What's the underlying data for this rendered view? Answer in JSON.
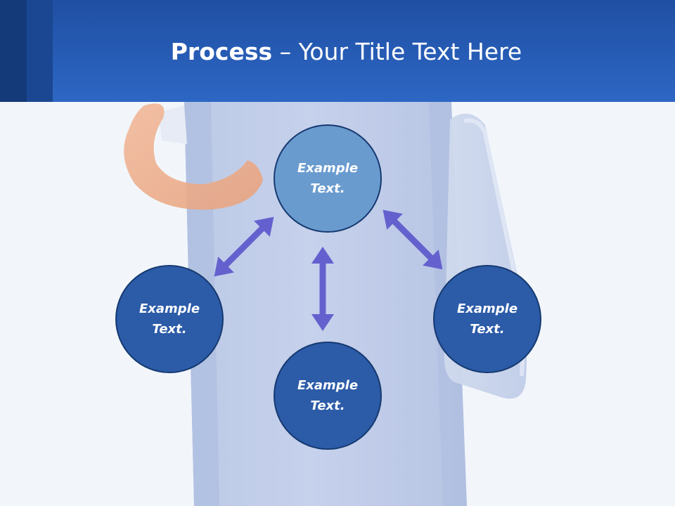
{
  "header": {
    "title_bold": "Process",
    "title_rest": " – Your Title Text Here"
  },
  "nodes": {
    "top": "Example Text.",
    "left": "Example Text.",
    "right": "Example Text.",
    "bottom": "Example Text."
  },
  "colors": {
    "header": "#2d67c4",
    "node_highlight": "#6a9bcf",
    "node": "#2c5ba8",
    "arrow": "#6461cf"
  },
  "icons": {
    "arrows": [
      "double-arrow-icon",
      "double-arrow-icon",
      "double-arrow-icon"
    ]
  }
}
